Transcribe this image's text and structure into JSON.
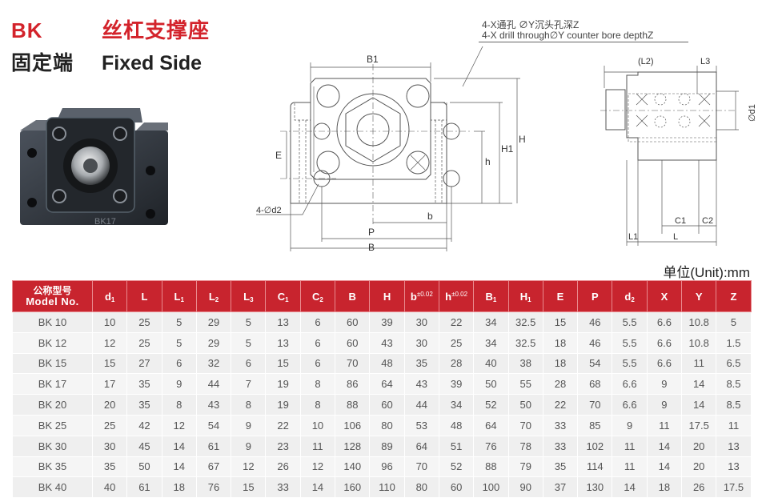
{
  "header": {
    "prefix": "BK",
    "title_cn": "丝杠支撑座",
    "subtitle_cn": "固定端",
    "subtitle_en": "Fixed Side"
  },
  "notes": {
    "line_cn": "4-X通孔 ∅Y沉头孔深Z",
    "line_en": "4-X drill through∅Y counter bore depthZ"
  },
  "photo": {
    "label": "BK17",
    "body_color": "#2b2f36"
  },
  "front_view": {
    "labels": {
      "B1": "B1",
      "H": "H",
      "H1": "H1",
      "h": "h",
      "E": "E",
      "b": "b",
      "P": "P",
      "B": "B",
      "d2": "4-∅d2"
    }
  },
  "side_view": {
    "labels": {
      "L2": "(L2)",
      "L3": "L3",
      "d1": "∅d1",
      "C1": "C1",
      "C2": "C2",
      "L1": "L1",
      "L": "L"
    }
  },
  "unit_label": "单位(Unit):mm",
  "table": {
    "header_color": "#c8242e",
    "model_header_cn": "公称型号",
    "model_header_en": "Model No.",
    "columns": [
      "d1",
      "L",
      "L1",
      "L2",
      "L3",
      "C1",
      "C2",
      "B",
      "H",
      "b±0.02",
      "h±0.02",
      "B1",
      "H1",
      "E",
      "P",
      "d2",
      "X",
      "Y",
      "Z"
    ],
    "rows": [
      {
        "model": "BK 10",
        "values": [
          "10",
          "25",
          "5",
          "29",
          "5",
          "13",
          "6",
          "60",
          "39",
          "30",
          "22",
          "34",
          "32.5",
          "15",
          "46",
          "5.5",
          "6.6",
          "10.8",
          "5"
        ]
      },
      {
        "model": "BK 12",
        "values": [
          "12",
          "25",
          "5",
          "29",
          "5",
          "13",
          "6",
          "60",
          "43",
          "30",
          "25",
          "34",
          "32.5",
          "18",
          "46",
          "5.5",
          "6.6",
          "10.8",
          "1.5"
        ]
      },
      {
        "model": "BK 15",
        "values": [
          "15",
          "27",
          "6",
          "32",
          "6",
          "15",
          "6",
          "70",
          "48",
          "35",
          "28",
          "40",
          "38",
          "18",
          "54",
          "5.5",
          "6.6",
          "11",
          "6.5"
        ]
      },
      {
        "model": "BK 17",
        "values": [
          "17",
          "35",
          "9",
          "44",
          "7",
          "19",
          "8",
          "86",
          "64",
          "43",
          "39",
          "50",
          "55",
          "28",
          "68",
          "6.6",
          "9",
          "14",
          "8.5"
        ]
      },
      {
        "model": "BK 20",
        "values": [
          "20",
          "35",
          "8",
          "43",
          "8",
          "19",
          "8",
          "88",
          "60",
          "44",
          "34",
          "52",
          "50",
          "22",
          "70",
          "6.6",
          "9",
          "14",
          "8.5"
        ]
      },
      {
        "model": "BK 25",
        "values": [
          "25",
          "42",
          "12",
          "54",
          "9",
          "22",
          "10",
          "106",
          "80",
          "53",
          "48",
          "64",
          "70",
          "33",
          "85",
          "9",
          "11",
          "17.5",
          "11"
        ]
      },
      {
        "model": "BK 30",
        "values": [
          "30",
          "45",
          "14",
          "61",
          "9",
          "23",
          "11",
          "128",
          "89",
          "64",
          "51",
          "76",
          "78",
          "33",
          "102",
          "11",
          "14",
          "20",
          "13"
        ]
      },
      {
        "model": "BK 35",
        "values": [
          "35",
          "50",
          "14",
          "67",
          "12",
          "26",
          "12",
          "140",
          "96",
          "70",
          "52",
          "88",
          "79",
          "35",
          "114",
          "11",
          "14",
          "20",
          "13"
        ]
      },
      {
        "model": "BK 40",
        "values": [
          "40",
          "61",
          "18",
          "76",
          "15",
          "33",
          "14",
          "160",
          "110",
          "80",
          "60",
          "100",
          "90",
          "37",
          "130",
          "14",
          "18",
          "26",
          "17.5"
        ]
      }
    ]
  }
}
